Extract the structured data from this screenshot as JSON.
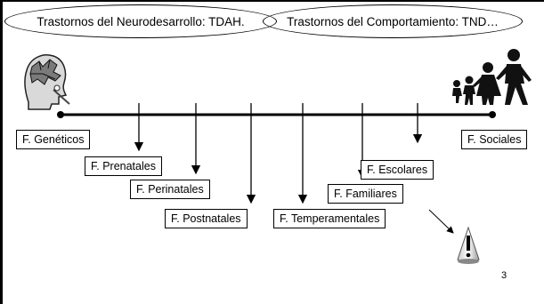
{
  "header": {
    "oval_left": "Trastornos del Neurodesarrollo: TDAH.",
    "oval_right": "Trastornos del Comportamiento: TND…"
  },
  "factors": {
    "geneticos": "F. Genéticos",
    "prenatales": "F. Prenatales",
    "perinatales": "F. Perinatales",
    "postnatales": "F. Postnatales",
    "temperamentales": "F. Temperamentales",
    "familiares": "F. Familiares",
    "escolares": "F. Escolares",
    "sociales": "F. Sociales"
  },
  "icons": {
    "left": "head-with-puzzle-icon",
    "right": "family-silhouette-icon",
    "warning": "warning-exclamation-icon"
  },
  "page_number": "3"
}
